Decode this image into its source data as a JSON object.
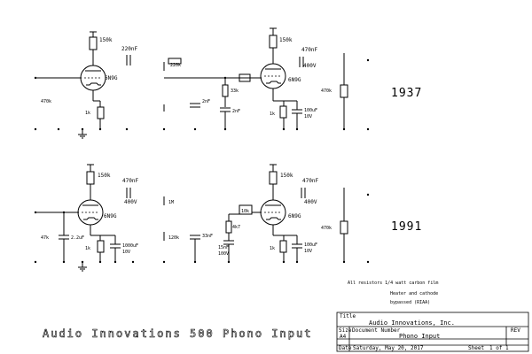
{
  "circuit_1937": {
    "year": "1937",
    "v1_tube": "6N9G",
    "v1_plate_res": "150k",
    "v1_cap": "220nF",
    "v1_grid_res": "470k",
    "v1_cath_res": "1k",
    "mid_res": "220k",
    "mid_cap": "2nF",
    "mid_res2": "33k",
    "mid_cap2": "2nF",
    "v2_tube": "6N9G",
    "v2_plate_res": "150k",
    "v2_cap": "470nF",
    "v2_cap_v": "400V",
    "v2_cath_res": "1k",
    "v2_cath_cap": "100uF",
    "v2_cath_cap_v": "10V",
    "out_res": "470k"
  },
  "circuit_1991": {
    "year": "1991",
    "v1_tube": "6N9G",
    "v1_plate_res": "150k",
    "v1_cap": "470nF",
    "v1_cap_v": "400V",
    "v1_in_res": "47k",
    "v1_in_cap": "2.2uF",
    "v1_cath_res": "1k",
    "v1_cath_cap": "1000uF",
    "v1_cath_cap_v": "10V",
    "mid_res": "1M",
    "mid_res2": "120k",
    "mid_cap": "33nF",
    "mid_res3": "4k7",
    "mid_cap2": "15nF",
    "mid_cap2_v": "100V",
    "tap_label": "10k",
    "v2_tube": "6N9G",
    "v2_plate_res": "150k",
    "v2_cap": "470nF",
    "v2_cap_v": "400V",
    "v2_cath_res": "1k",
    "v2_cath_cap": "100uF",
    "v2_cath_cap_v": "10V",
    "out_res": "470k"
  },
  "notes": {
    "line1": "All resistors 1/4 watt carbon film",
    "line2": "Heater and cathode",
    "line3": "bypassed (RIAA)"
  },
  "caption": "Audio Innovations 500 Phono Input",
  "title_block": {
    "title_label": "Title",
    "company": "Audio Innovations, Inc.",
    "size_label": "Size",
    "size_value": "A4",
    "number_label": "Document Number",
    "number_value": "Phono Input",
    "rev_label": "REV",
    "date_label": "Date",
    "date_value": "Saturday, May 20, 2017",
    "sheet_label": "Sheet",
    "sheet_value": "1 of 1"
  }
}
